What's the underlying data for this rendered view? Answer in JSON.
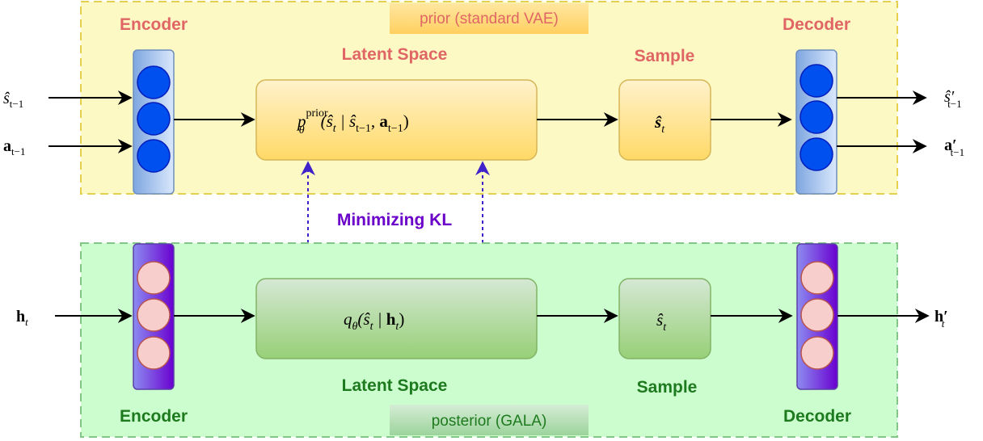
{
  "prior_panel": {
    "tag": "prior (standard VAE)",
    "encoder_label": "Encoder",
    "latent_label": "Latent Space",
    "sample_label": "Sample",
    "decoder_label": "Decoder",
    "latent_formula": {
      "func": "p",
      "sup": "prior",
      "sub": "θ",
      "args": "(ŝ",
      "args_sub1": "t",
      "mid": " | ŝ",
      "mid_sub": "t−1",
      "comma": ", ",
      "bold": "a",
      "bold_sub": "t−1",
      "close": ")"
    },
    "sample_formula": {
      "base": "ŝ",
      "sub": "t"
    },
    "inputs": [
      {
        "base": "ŝ",
        "sub": "t−1",
        "bold": false
      },
      {
        "base": "a",
        "sub": "t−1",
        "bold": true
      }
    ],
    "outputs": [
      {
        "base": "ŝ′",
        "sub": "t−1",
        "bold": false
      },
      {
        "base": "a′",
        "sub": "t−1",
        "bold": true
      }
    ],
    "colors": {
      "panel_fill": "#fdf9c4",
      "panel_border": "#e5cf4f",
      "label": "#e06666",
      "node": "#0050ef"
    }
  },
  "kl": {
    "label": "Minimizing KL",
    "color": "#6a00c9"
  },
  "posterior_panel": {
    "tag": "posterior (GALA)",
    "encoder_label": "Encoder",
    "latent_label": "Latent Space",
    "sample_label": "Sample",
    "decoder_label": "Decoder",
    "latent_formula": {
      "func": "q",
      "sub": "θ",
      "open": "(ŝ",
      "args_sub1": "t",
      "mid": " | ",
      "bold": "h",
      "bold_sub": "t",
      "close": ")"
    },
    "sample_formula": {
      "base": "ŝ",
      "sub": "t"
    },
    "input": {
      "base": "h",
      "sub": "t"
    },
    "output": {
      "base": "h′",
      "sub": "t"
    },
    "colors": {
      "panel_fill": "#ccfdce",
      "panel_border": "#82c785",
      "label": "#1e7a1e",
      "node": "#f8cecc"
    }
  }
}
